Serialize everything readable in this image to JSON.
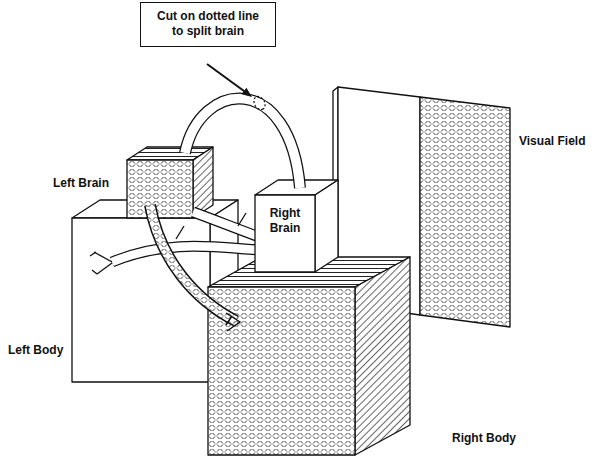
{
  "diagram": {
    "nodes": [
      {
        "text": [
          "Cut on dotted line to split brain"
        ]
      }
    ],
    "labels": [
      "Left Brain",
      "Right Brain",
      "Left Body",
      "Right Body",
      "Visual Field"
    ]
  }
}
